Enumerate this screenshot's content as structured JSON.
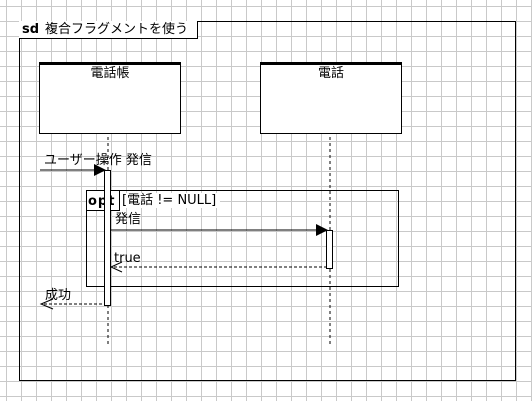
{
  "frame": {
    "kind": "sd",
    "title": "複合フラグメントを使う"
  },
  "lifelines": [
    {
      "name": "電話帳"
    },
    {
      "name": "電話"
    }
  ],
  "messages": [
    {
      "label": "ユーザー操作 発信",
      "kind": "found-sync"
    },
    {
      "label": "発信",
      "kind": "sync"
    },
    {
      "label": "true",
      "kind": "reply"
    },
    {
      "label": "成功",
      "kind": "reply-lost"
    }
  ],
  "fragment": {
    "operator": "opt",
    "guard": "[電話 != NULL]"
  },
  "colors": {
    "line": "#000000",
    "grid": "#c9c9c9",
    "background": "#ffffff"
  }
}
